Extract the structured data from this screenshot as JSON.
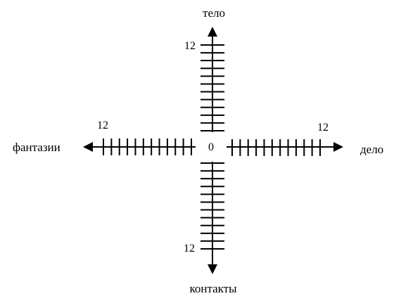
{
  "axes": {
    "top": {
      "label": "тело",
      "max_label": "12",
      "ticks": 12
    },
    "right": {
      "label": "дело",
      "max_label": "12",
      "ticks": 12
    },
    "bottom": {
      "label": "контакты",
      "max_label": "12",
      "ticks": 12
    },
    "left": {
      "label": "фантазии",
      "max_label": "12",
      "ticks": 12
    }
  },
  "origin_label": "0",
  "colors": {
    "ink": "#000000",
    "background": "#ffffff"
  }
}
